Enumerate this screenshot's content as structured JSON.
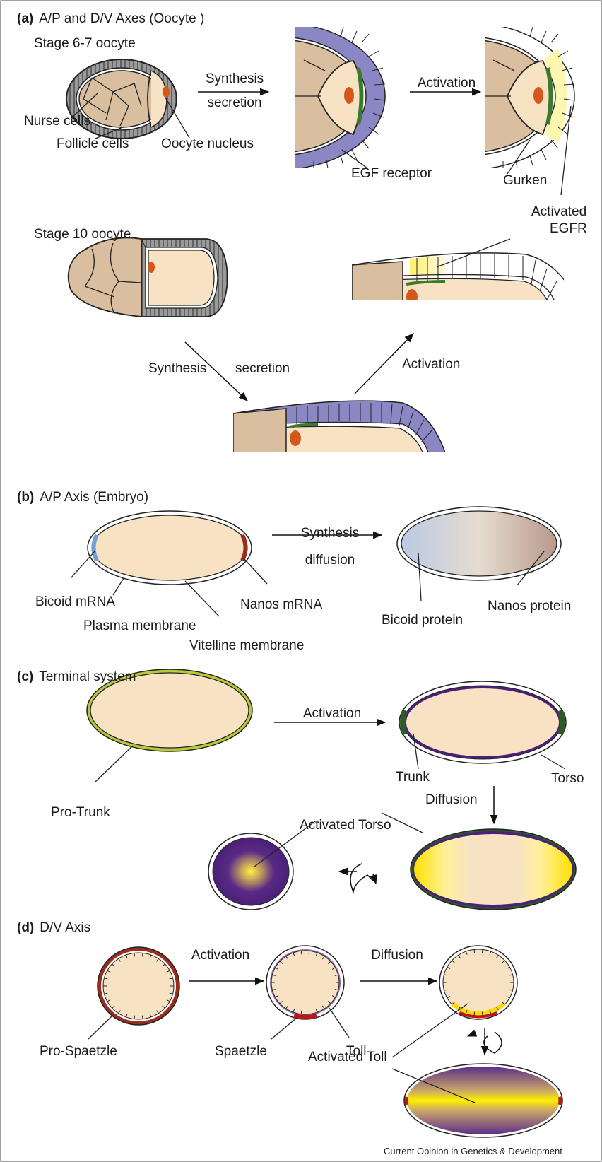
{
  "panels": {
    "a": {
      "tag": "(a)",
      "title": "A/P and D/V Axes (Oocyte )"
    },
    "b": {
      "tag": "(b)",
      "title": "A/P Axis (Embryo)"
    },
    "c": {
      "tag": "(c)",
      "title": "Terminal system"
    },
    "d": {
      "tag": "(d)",
      "title": "D/V Axis"
    }
  },
  "labels": {
    "stage67": "Stage 6-7 oocyte",
    "nurse_cells": "Nurse cells",
    "follicle_cells": "Follicle cells",
    "oocyte_nucleus": "Oocyte nucleus",
    "synthesis_a": "Synthesis",
    "secretion_a": "secretion",
    "activation_a": "Activation",
    "egf_receptor": "EGF receptor",
    "gurken": "Gurken",
    "activated_egfr_1": "Activated",
    "activated_egfr_2": "EGFR",
    "stage10": "Stage 10 oocyte",
    "synthesis_a2": "Synthesis",
    "secretion_a2": "secretion",
    "activation_a2": "Activation",
    "synthesis_b": "Synthesis",
    "diffusion_b": "diffusion",
    "bicoid_mrna": "Bicoid mRNA",
    "nanos_mrna": "Nanos mRNA",
    "plasma_membrane": "Plasma membrane",
    "vitelline_membrane": "Vitelline membrane",
    "bicoid_protein": "Bicoid protein",
    "nanos_protein": "Nanos protein",
    "activation_c": "Activation",
    "pro_trunk": "Pro-Trunk",
    "trunk": "Trunk",
    "torso": "Torso",
    "diffusion_c": "Diffusion",
    "activated_torso": "Activated Torso",
    "activation_d": "Activation",
    "diffusion_d": "Diffusion",
    "pro_spaetzle": "Pro-Spaetzle",
    "spaetzle": "Spaetzle",
    "toll": "Toll",
    "activated_toll": "Activated Toll"
  },
  "credit": "Current Opinion in Genetics & Development",
  "colors": {
    "cytoplasm": "#f7e3c4",
    "nurse": "#d9bfa0",
    "follicle_gray": "#9a9a9a",
    "egf_purple": "#8b86c4",
    "egfr_green": "#3b7a2a",
    "gurken_yellow": "#fff4a8",
    "nucleus": "#d4571d",
    "bicoid_blue": "#6f9fd6",
    "nanos_red": "#9b2d1f",
    "trunk_green": "#2d5a2a",
    "torso_purple": "#4a2078",
    "activated_yellow": "#ffe100",
    "spaetzle_red": "#c0141b"
  }
}
